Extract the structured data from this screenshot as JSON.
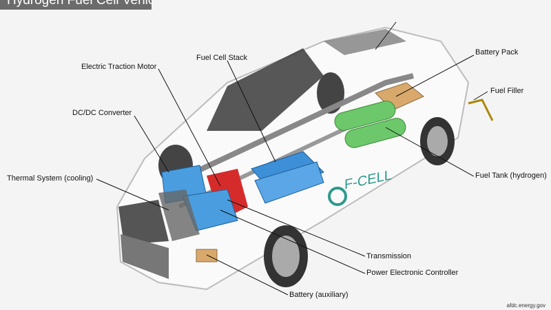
{
  "title": "Hydrogen Fuel Cell Vehicle",
  "labels": {
    "battery_pack": "Battery Pack",
    "fuel_filler": "Fuel Filler",
    "fuel_cell_stack": "Fuel Cell Stack",
    "electric_traction_motor": "Electric Traction Motor",
    "dcdc_converter": "DC/DC Converter",
    "thermal_system": "Thermal System (cooling)",
    "fuel_tank": "Fuel Tank (hydrogen)",
    "transmission": "Transmission",
    "power_electronic_controller": "Power Electronic Controller",
    "battery_auxiliary": "Battery (auxiliary)"
  },
  "car_badge": "F-CELL",
  "watermark": "afdc.energy.gov"
}
